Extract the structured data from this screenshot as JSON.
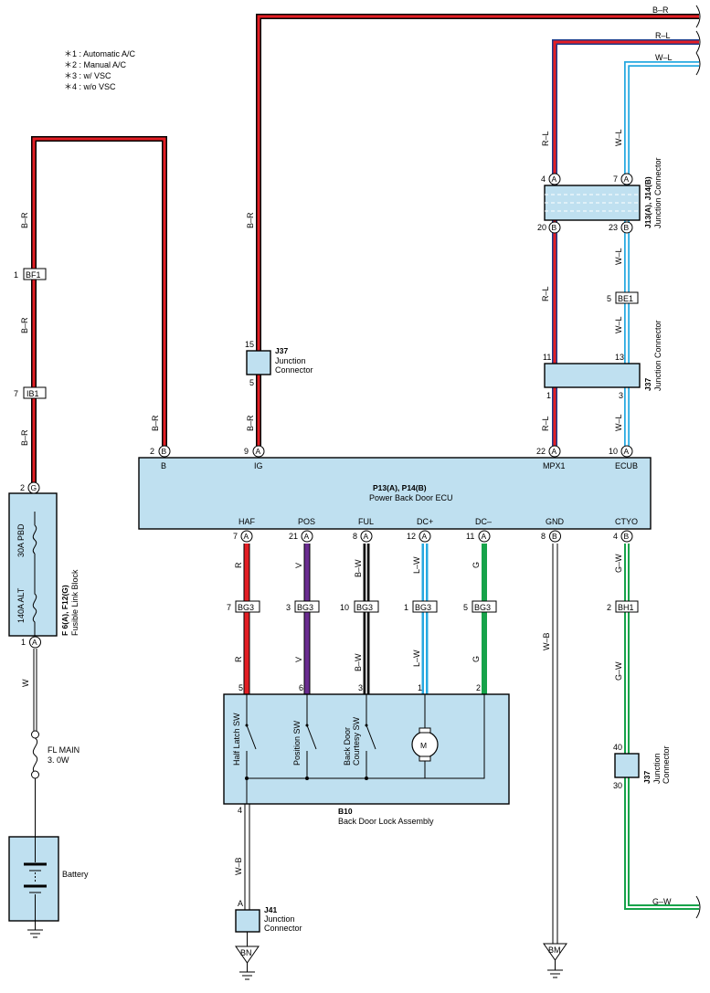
{
  "notes": [
    "＊1 : Automatic A/C",
    "＊2 : Manual A/C",
    "＊3 : w/ VSC",
    "＊4 : w/o VSC"
  ],
  "colors": {
    "box_fill": "#bfe0f0",
    "red": "#e31e24",
    "black": "#111111",
    "violet": "#6a2c91",
    "green": "#16a34a",
    "lightblue": "#26a9e0"
  },
  "wires": {
    "br_top": "B–R",
    "rl_top": "R–L",
    "wl_top": "W–L",
    "br_left_1": "B–R",
    "br_left_2": "B–R",
    "br_left_3": "B–R",
    "br_mid": "B–R",
    "br_ig_upper": "B–R",
    "br_ig_lower": "B–R",
    "rl_upper": "R–L",
    "rl_mid": "R–L",
    "rl_lower": "R–L",
    "wl_upper": "W–L",
    "wl_mid": "W–L",
    "wl_mid2": "W–L",
    "wl_lower": "W–L",
    "w_fuse": "W",
    "haf_r_1": "R",
    "haf_r_2": "R",
    "pos_v_1": "V",
    "pos_v_2": "V",
    "ful_bw_1": "B–W",
    "ful_bw_2": "B–W",
    "dcp_lw_1": "L–W",
    "dcp_lw_2": "L–W",
    "dcm_g_1": "G",
    "dcm_g_2": "G",
    "gnd_wb": "W–B",
    "ctyo_gw_1": "G–W",
    "ctyo_gw_2": "G–W",
    "ctyo_gw_3": "G–W",
    "wb_bottom": "W–B"
  },
  "connectors": {
    "bf1": "BF1",
    "ib1": "IB1",
    "be1": "BE1",
    "bh1": "BH1",
    "bg3_haf": "BG3",
    "bg3_pos": "BG3",
    "bg3_ful": "BG3",
    "bg3_dcp": "BG3",
    "bg3_dcm": "BG3"
  },
  "pins": {
    "bf1_pin": "1",
    "ib1_pin": "7",
    "be1_pin": "5",
    "bh1_pin": "2",
    "fuse_g_pin": "2",
    "fuse_g_letter": "G",
    "fuse_a_pin": "1",
    "fuse_a_letter": "A",
    "ecu_b_pin": "2",
    "ecu_b_letter": "B",
    "ecu_ig_pin": "9",
    "ecu_ig_letter": "A",
    "ecu_mpx1_pin": "22",
    "ecu_mpx1_letter": "A",
    "ecu_ecub_pin": "10",
    "ecu_ecub_letter": "A",
    "ecu_haf_pin": "7",
    "ecu_haf_letter": "A",
    "ecu_pos_pin": "21",
    "ecu_pos_letter": "A",
    "ecu_ful_pin": "8",
    "ecu_ful_letter": "A",
    "ecu_dcp_pin": "12",
    "ecu_dcp_letter": "A",
    "ecu_dcm_pin": "11",
    "ecu_dcm_letter": "A",
    "ecu_gnd_pin": "8",
    "ecu_gnd_letter": "B",
    "ecu_ctyo_pin": "4",
    "ecu_ctyo_letter": "B",
    "jc_4": "4",
    "jc_4_letter": "A",
    "jc_7": "7",
    "jc_7_letter": "A",
    "jc_20": "20",
    "jc_20_letter": "B",
    "jc_23": "23",
    "jc_23_letter": "B",
    "bg3_haf_pin": "7",
    "bg3_pos_pin": "3",
    "bg3_ful_pin": "10",
    "bg3_dcp_pin": "1",
    "bg3_dcm_pin": "5",
    "j37a_15": "15",
    "j37a_5": "5",
    "j37b_11": "11",
    "j37b_13": "13",
    "j37b_1": "1",
    "j37b_3": "3",
    "j37c_40": "40",
    "j37c_30": "30",
    "lock_5": "5",
    "lock_6": "6",
    "lock_3": "3",
    "lock_1": "1",
    "lock_2": "2",
    "lock_4": "4",
    "j41_a": "A"
  },
  "ecu": {
    "title": "P13(A), P14(B)",
    "subtitle": "Power Back Door ECU",
    "top_terms": [
      "B",
      "IG",
      "MPX1",
      "ECUB"
    ],
    "bottom_terms": [
      "HAF",
      "POS",
      "FUL",
      "DC+",
      "DC–",
      "GND",
      "CTYO"
    ]
  },
  "fuse_block": {
    "title": "F 6(A), F12(G)",
    "subtitle": "Fusible Link Block",
    "fuse1": "30A PBD",
    "fuse2": "140A ALT"
  },
  "fl_main": {
    "line1": "FL MAIN",
    "line2": "3. 0W"
  },
  "battery": "Battery",
  "jc_j13": {
    "title": "J13(A), J14(B)",
    "subtitle": "Junction Connector"
  },
  "j37a": {
    "title": "J37",
    "line1": "Junction",
    "line2": "Connector"
  },
  "j37b": {
    "title": "J37",
    "subtitle": "Junction Connector"
  },
  "j37c": {
    "title": "J37",
    "line1": "Junction",
    "line2": "Connector"
  },
  "j41": {
    "title": "J41",
    "line1": "Junction",
    "line2": "Connector"
  },
  "lock": {
    "title": "B10",
    "subtitle": "Back Door Lock Assembly",
    "sw1": "Half Latch SW",
    "sw2": "Position SW",
    "sw3a": "Back Door",
    "sw3b": "Courtesy SW",
    "motor": "M"
  },
  "grounds": {
    "bn": "BN",
    "bm": "BM"
  }
}
